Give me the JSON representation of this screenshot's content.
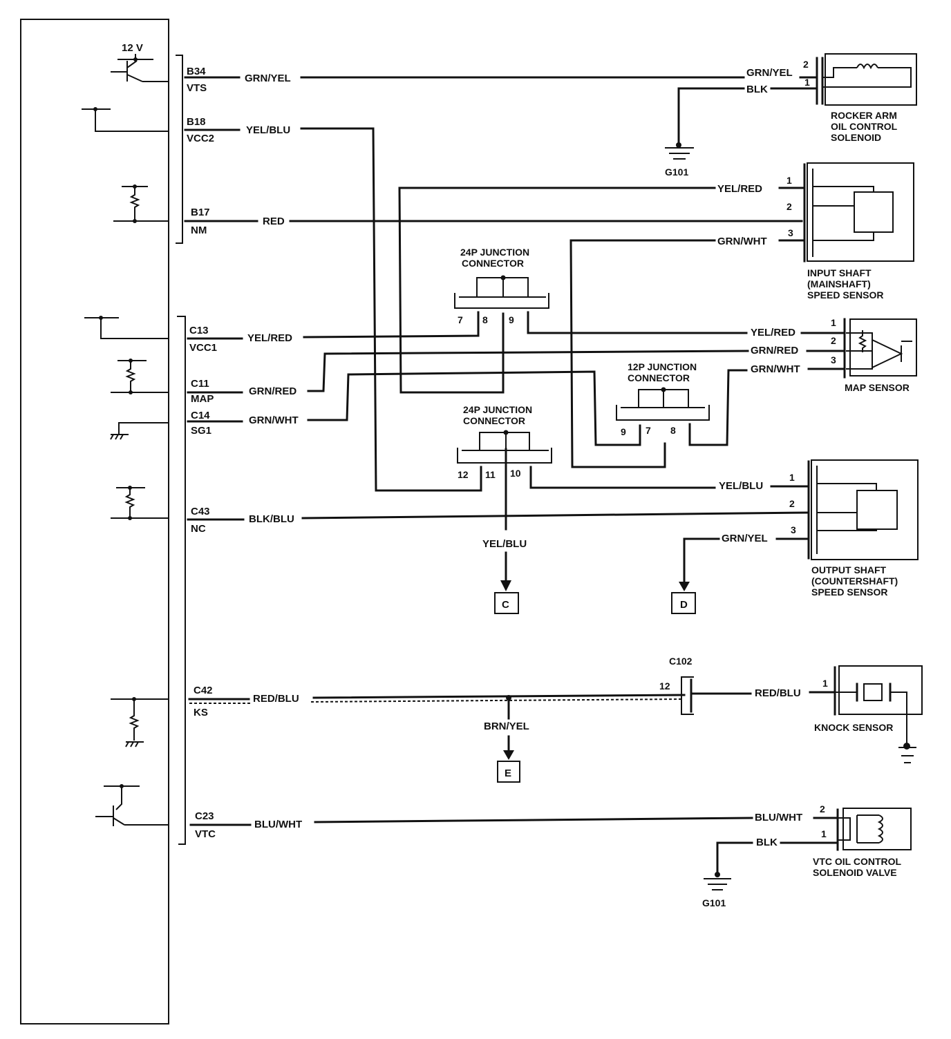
{
  "ecm": {
    "supply": "12 V",
    "terminals": [
      {
        "pin": "B34",
        "name": "VTS"
      },
      {
        "pin": "B18",
        "name": "VCC2"
      },
      {
        "pin": "B17",
        "name": "NM"
      },
      {
        "pin": "C13",
        "name": "VCC1"
      },
      {
        "pin": "C11",
        "name": "MAP"
      },
      {
        "pin": "C14",
        "name": "SG1"
      },
      {
        "pin": "C43",
        "name": "NC"
      },
      {
        "pin": "C42",
        "name": "KS"
      },
      {
        "pin": "C23",
        "name": "VTC"
      }
    ]
  },
  "wires": {
    "b34": "GRN/YEL",
    "b18": "YEL/BLU",
    "b17": "RED",
    "c13": "YEL/RED",
    "c11": "GRN/RED",
    "c14": "GRN/WHT",
    "c43": "BLK/BLU",
    "c42": "RED/BLU",
    "c23": "BLU/WHT",
    "rocker_pin2": "GRN/YEL",
    "rocker_pin1": "BLK",
    "input_pin1": "YEL/RED",
    "input_pin3": "GRN/WHT",
    "map_pin1": "YEL/RED",
    "map_pin2": "GRN/RED",
    "map_pin3": "GRN/WHT",
    "output_pin1": "YEL/BLU",
    "output_pin3": "GRN/YEL",
    "out_c": "YEL/BLU",
    "out_e": "BRN/YEL",
    "knock": "RED/BLU",
    "vtc_pin1": "BLK"
  },
  "connectors": {
    "j24a": {
      "title1": "24P JUNCTION",
      "title2": "CONNECTOR",
      "pins": [
        "7",
        "8",
        "9"
      ]
    },
    "j24b": {
      "title1": "24P JUNCTION",
      "title2": "CONNECTOR",
      "pins": [
        "12",
        "11",
        "10"
      ]
    },
    "j12": {
      "title1": "12P JUNCTION",
      "title2": "CONNECTOR",
      "pins": [
        "9",
        "7",
        "8"
      ]
    },
    "c102": {
      "name": "C102",
      "pin": "12"
    }
  },
  "pin_numbers": {
    "one": "1",
    "two": "2",
    "three": "3"
  },
  "components": {
    "rocker": [
      "ROCKER ARM",
      "OIL CONTROL",
      "SOLENOID"
    ],
    "input_sensor": [
      "INPUT SHAFT",
      "(MAINSHAFT)",
      "SPEED SENSOR"
    ],
    "map_sensor": "MAP SENSOR",
    "output_sensor": [
      "OUTPUT SHAFT",
      "(COUNTERSHAFT)",
      "SPEED SENSOR"
    ],
    "knock_sensor": "KNOCK SENSOR",
    "vtc": [
      "VTC OIL CONTROL",
      "SOLENOID VALVE"
    ]
  },
  "grounds": {
    "g1": "G101",
    "g2": "G101"
  },
  "references": {
    "c": "C",
    "d": "D",
    "e": "E"
  }
}
